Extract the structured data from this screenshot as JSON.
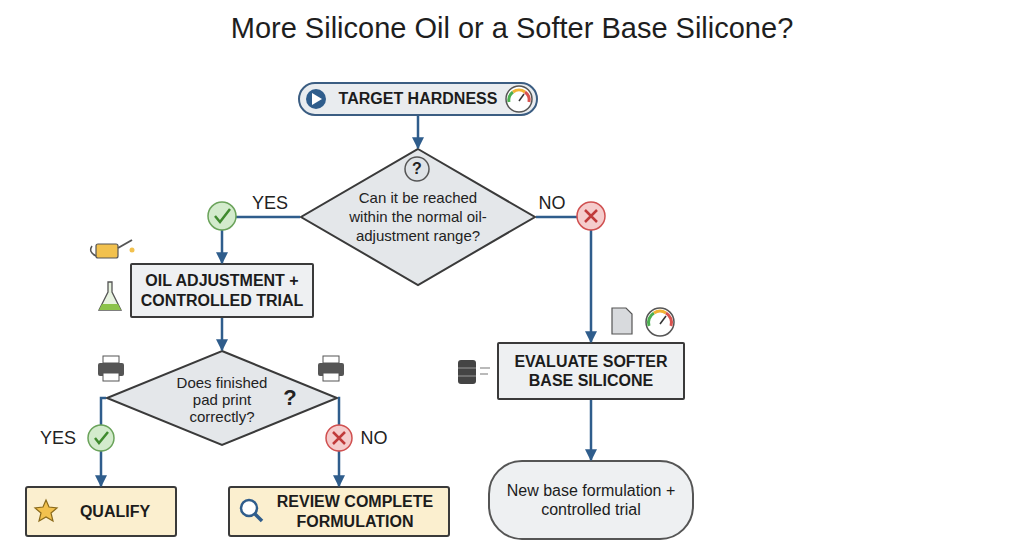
{
  "diagram": {
    "title": "More Silicone Oil or a Softer Base Silicone?",
    "nodes": [
      {
        "text": [
          "TARGET HARDNESS"
        ]
      },
      {
        "text": [
          "Can it be reached within the normal oil-adjustment range?"
        ]
      },
      {
        "text": [
          "OIL ADJUSTMENT + CONTROLLED TRIAL"
        ]
      },
      {
        "text": [
          "Does finished pad print correctly?"
        ]
      },
      {
        "text": [
          "EVALUATE SOFTER BASE SILICONE"
        ]
      },
      {
        "text": [
          "QUALIFY"
        ]
      },
      {
        "text": [
          "REVIEW COMPLETE FORMULATION"
        ]
      },
      {
        "text": [
          "New base formulation + controlled trial"
        ]
      }
    ],
    "edges": [
      {
        "from": 0,
        "to": 1,
        "arrow": "to"
      },
      {
        "from": 1,
        "to": 2,
        "label": "YES",
        "arrow": "to"
      },
      {
        "from": 1,
        "to": 4,
        "label": "NO",
        "arrow": "to"
      },
      {
        "from": 2,
        "to": 3,
        "arrow": "to"
      },
      {
        "from": 3,
        "to": 5,
        "label": "YES",
        "arrow": "to"
      },
      {
        "from": 3,
        "to": 6,
        "label": "NO",
        "arrow": "to"
      },
      {
        "from": 4,
        "to": 7,
        "arrow": "to"
      }
    ],
    "labels": [
      "?",
      "?"
    ]
  }
}
